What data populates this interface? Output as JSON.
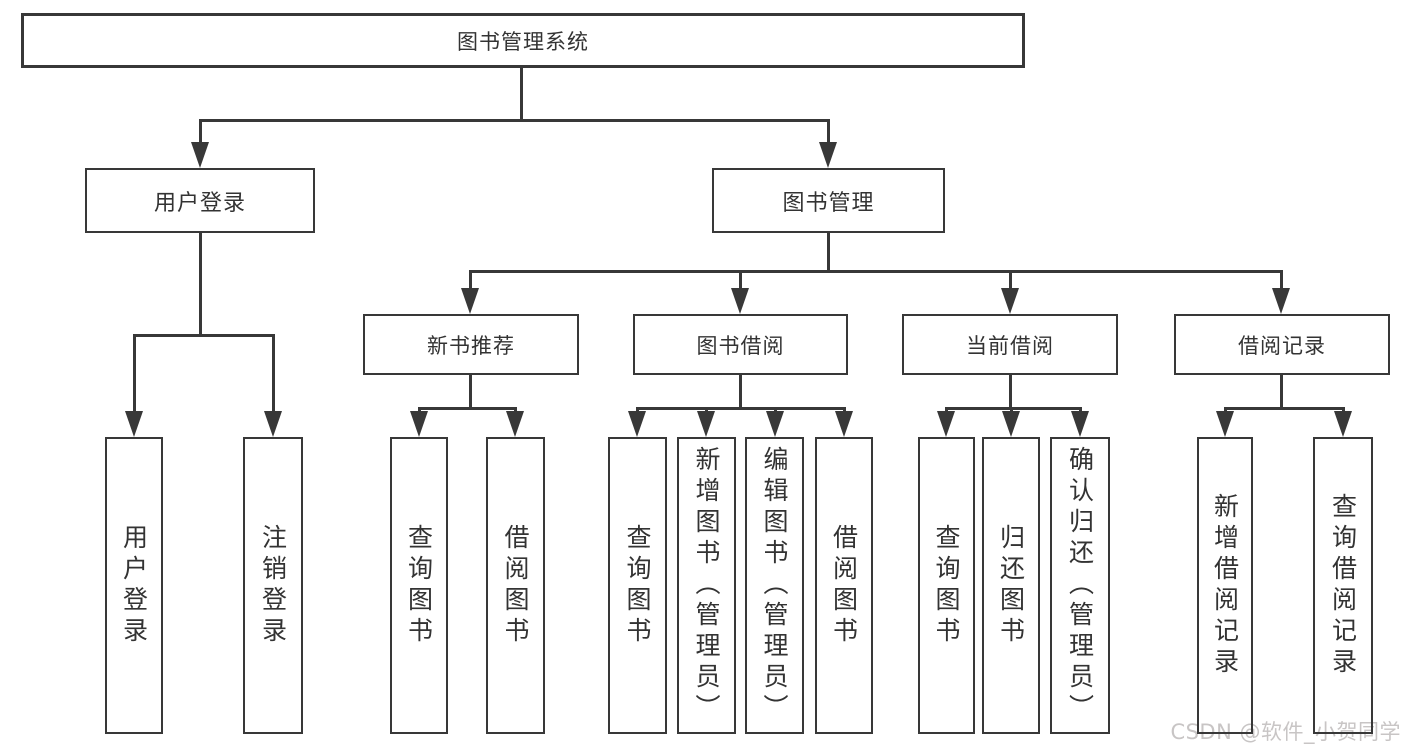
{
  "diagram": {
    "root": {
      "label": "图书管理系统"
    },
    "branches": [
      {
        "label": "用户登录",
        "children": [
          "用户登录",
          "注销登录"
        ]
      },
      {
        "label": "图书管理",
        "children": [
          {
            "label": "新书推荐",
            "children": [
              "查询图书",
              "借阅图书"
            ]
          },
          {
            "label": "图书借阅",
            "children": [
              "查询图书",
              "新增图书（管理员）",
              "编辑图书（管理员）",
              "借阅图书"
            ]
          },
          {
            "label": "当前借阅",
            "children": [
              "查询图书",
              "归还图书",
              "确认归还（管理员）"
            ]
          },
          {
            "label": "借阅记录",
            "children": [
              "新增借阅记录",
              "查询借阅记录"
            ]
          }
        ]
      }
    ]
  },
  "watermark": {
    "text": "CSDN @软件_小贺同学"
  },
  "colors": {
    "background": "#ffffff",
    "line": "#383838",
    "text": "#333333",
    "watermark": "#c8c5c5"
  }
}
